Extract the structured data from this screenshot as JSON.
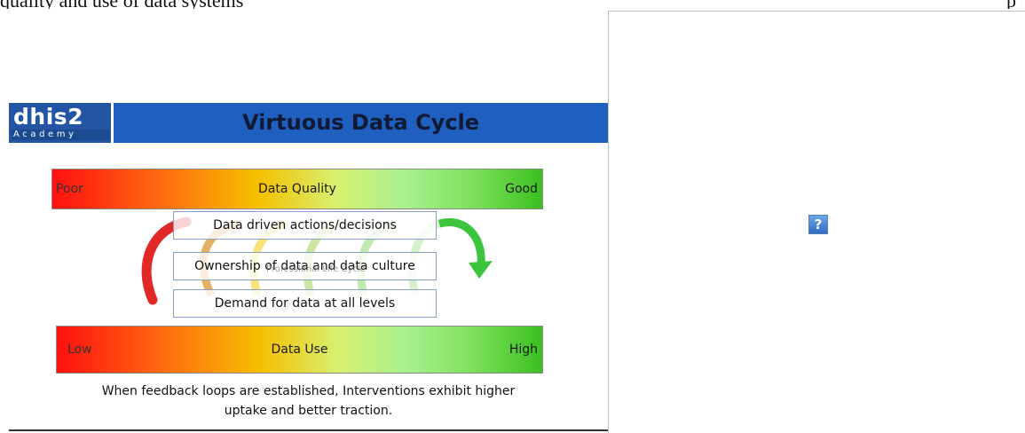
{
  "top_text": {
    "lead": "quality and use of data systems",
    "tail": "p"
  },
  "slide": {
    "logo": {
      "main": "dhis2",
      "sub": "Academy"
    },
    "title": "Virtuous Data Cycle",
    "quality_bar": {
      "left": "Poor",
      "center": "Data Quality",
      "right": "Good"
    },
    "boxes": [
      "Data driven actions/decisions",
      "Ownership of data and data culture",
      "Demand for data at all levels"
    ],
    "ghost_text": "Professional Life Cycle",
    "use_bar": {
      "left": "Low",
      "center": "Data Use",
      "right": "High"
    },
    "caption_line1": "When feedback loops are established, Interventions exhibit higher",
    "caption_line2": "uptake and better traction."
  },
  "image_placeholder": {
    "glyph": "?",
    "icon": "broken-image-icon"
  },
  "colors": {
    "header_blue": "#1f5fbf",
    "arc_red": "#e01b1b",
    "arc_green": "#3cc43c"
  }
}
